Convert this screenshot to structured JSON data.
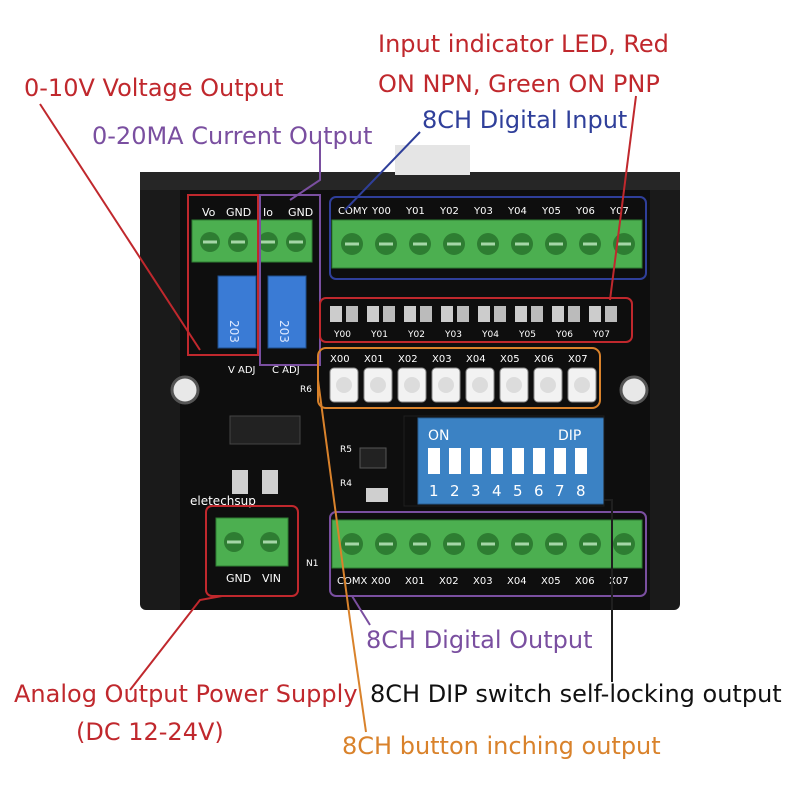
{
  "annotations": {
    "voltage_output": "0-10V Voltage Output",
    "current_output": "0-20MA Current Output",
    "led_line1": "Input indicator LED, Red",
    "led_line2": "ON NPN, Green ON PNP",
    "digital_input": "8CH Digital Input",
    "digital_output": "8CH Digital Output",
    "power_supply_line1": "Analog Output Power Supply",
    "power_supply_line2": "(DC 12-24V)",
    "dip_output": "8CH DIP switch self-locking output",
    "button_output": "8CH button inching output"
  },
  "board": {
    "analog_terminals": [
      "Vo",
      "GND",
      "Io",
      "GND"
    ],
    "input_terminals": [
      "COMY",
      "Y00",
      "Y01",
      "Y02",
      "Y03",
      "Y04",
      "Y05",
      "Y06",
      "Y07"
    ],
    "led_labels": [
      "Y00",
      "Y01",
      "Y02",
      "Y03",
      "Y04",
      "Y05",
      "Y06",
      "Y07"
    ],
    "button_labels": [
      "X00",
      "X01",
      "X02",
      "X03",
      "X04",
      "X05",
      "X06",
      "X07"
    ],
    "dip_on": "ON",
    "dip_title": "DIP",
    "dip_numbers": [
      "1",
      "2",
      "3",
      "4",
      "5",
      "6",
      "7",
      "8"
    ],
    "output_terminals": [
      "COMX",
      "X00",
      "X01",
      "X02",
      "X03",
      "X04",
      "X05",
      "X06",
      "X07"
    ],
    "power_terminals": [
      "GND",
      "VIN"
    ],
    "pot_label": "203",
    "pot_v_label": "V ADJ",
    "pot_c_label": "C ADJ",
    "brand": "eletechsup",
    "silk_r5": "R5",
    "silk_r6": "R6",
    "silk_r4": "R4",
    "silk_n1": "N1"
  },
  "colors": {
    "red_annotation": "#c0282d",
    "purple_annotation": "#7a4fa0",
    "blue_annotation": "#2f3f9a",
    "orange_annotation": "#d9822b",
    "terminal_green": "#4caf50",
    "pcb": "#111111",
    "dip_blue": "#3b82c4"
  }
}
